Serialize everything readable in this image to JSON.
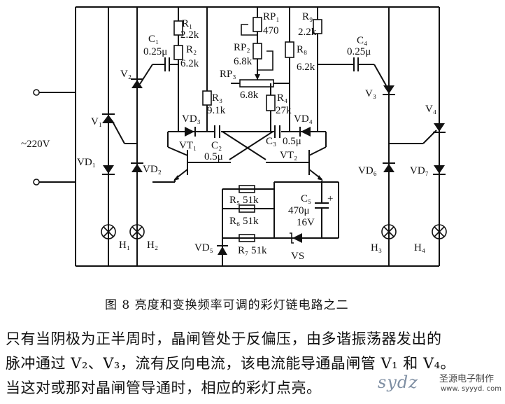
{
  "diagram": {
    "labels": {
      "R1": "R₁",
      "R1v": "2.2k",
      "R2": "R₂",
      "R2v": "6.2k",
      "RP1": "RP₁",
      "RP1v": "470",
      "RP2": "RP₂",
      "RP2v": "6.8k",
      "RP3": "RP₃",
      "RP3v": "6.8k",
      "R9": "R₉",
      "R9v": "2.2k",
      "R8": "R₈",
      "R8v": "6.2k",
      "R3": "R₃",
      "R3v": "9.1k",
      "R4": "R₄",
      "R4v": "27k",
      "C1": "C₁",
      "C1v": "0.25μ",
      "C4": "C₄",
      "C4v": "0.25μ",
      "C2": "C₂",
      "C2v": "0.5μ",
      "C3": "C₃",
      "C3v": "0.5μ",
      "VD3": "VD₃",
      "VD4": "VD₄",
      "VT1": "VT₁",
      "VT2": "VT₂",
      "V1": "V₁",
      "V2": "V₂",
      "V3": "V₃",
      "V4": "V₄",
      "VD1": "VD₁",
      "VD2": "VD₂",
      "VD5": "VD₅",
      "VD6": "VD₆",
      "VD7": "VD₇",
      "AC": "~220V",
      "R5": "R₅  51k",
      "R6": "R₆  51k",
      "R7": "R₇  51k",
      "C5": "C₅",
      "C5v": "470μ",
      "C5v2": "16V",
      "C5plus": "+",
      "VS": "VS",
      "H1": "H₁",
      "H2": "H₂",
      "H3": "H₃",
      "H4": "H₄"
    }
  },
  "caption": "图 8   亮度和变换频率可调的彩灯链电路之二",
  "paragraph": {
    "line1": "只有当阴极为正半周时，晶闸管处于反偏压，由多谐振荡器发出的",
    "line2": "脉冲通过 V₂、V₃，流有反向电流，该电流能导通晶闸管 V₁ 和 V₄。",
    "line3": "当这对或那对晶闸管导通时，相应的彩灯点亮。"
  },
  "watermark": {
    "logo": "sydz",
    "site": "圣源电子制作",
    "url": "www. syyyd. com"
  }
}
